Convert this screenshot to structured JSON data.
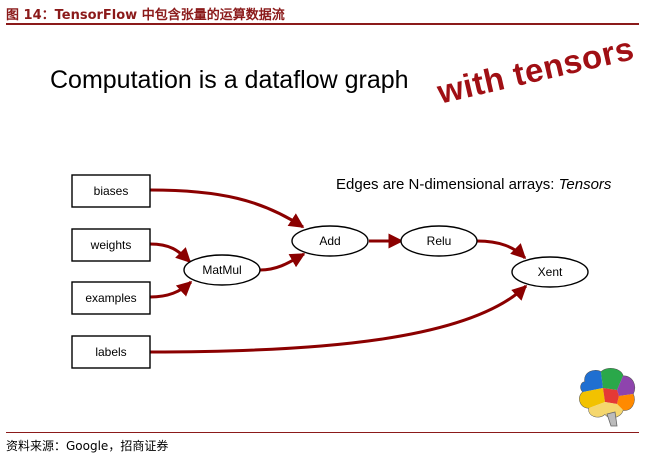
{
  "figure": {
    "caption": "图 14：TensorFlow 中包含张量的运算数据流",
    "source": "资料来源：Google，招商证券"
  },
  "slide": {
    "title": "Computation is a dataflow graph",
    "stamp": "with tensors",
    "edge_note_prefix": "Edges are N-dimensional arrays: ",
    "edge_note_term": "Tensors"
  },
  "graph": {
    "inputs": [
      "biases",
      "weights",
      "examples",
      "labels"
    ],
    "ops": [
      "MatMul",
      "Add",
      "Relu",
      "Xent"
    ],
    "edges": [
      [
        "weights",
        "MatMul"
      ],
      [
        "examples",
        "MatMul"
      ],
      [
        "biases",
        "Add"
      ],
      [
        "MatMul",
        "Add"
      ],
      [
        "Add",
        "Relu"
      ],
      [
        "Relu",
        "Xent"
      ],
      [
        "labels",
        "Xent"
      ]
    ],
    "edge_color": "#8B0000"
  },
  "logo": {
    "icon": "brain-icon",
    "colors": [
      "#1f6fd1",
      "#2aa84a",
      "#f2c200",
      "#e53935",
      "#ff8a00",
      "#8e44ad"
    ]
  }
}
